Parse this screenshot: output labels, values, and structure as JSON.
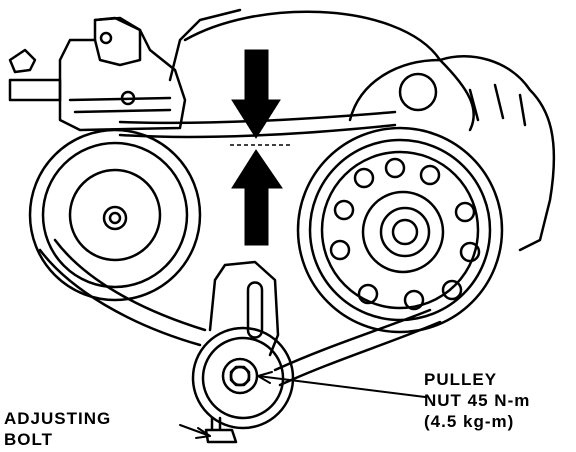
{
  "callouts": {
    "pulley_nut": {
      "line1": "PULLEY",
      "line2": "NUT 45 N-m",
      "line3": "(4.5 kg-m)"
    },
    "adjusting_bolt": {
      "line1": "ADJUSTING",
      "line2": "BOLT"
    }
  },
  "colors": {
    "ink": "#000000",
    "paper": "#ffffff"
  }
}
